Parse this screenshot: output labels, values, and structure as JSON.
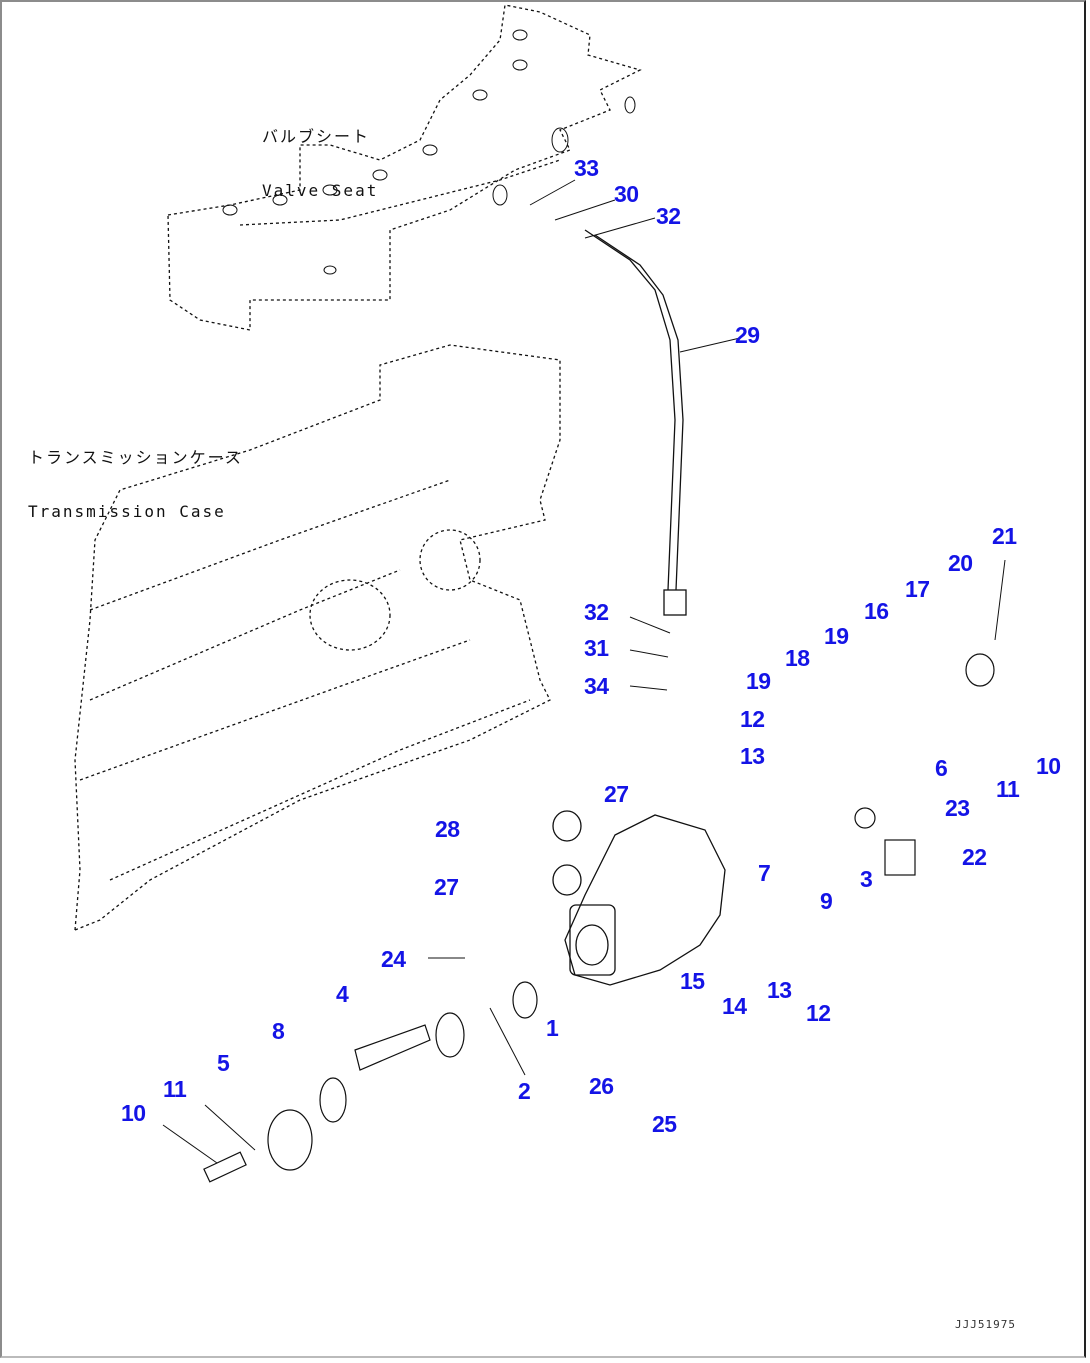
{
  "diagram": {
    "callout_color": "#1414e6",
    "captions": {
      "valve_seat": {
        "jp": "バルブシート",
        "en": "Valve Seat"
      },
      "transmission_case": {
        "jp": "トランスミッションケース",
        "en": "Transmission Case"
      }
    },
    "callouts": [
      {
        "id": "c33a",
        "label": "33"
      },
      {
        "id": "c30",
        "label": "30"
      },
      {
        "id": "c32a",
        "label": "32"
      },
      {
        "id": "c29",
        "label": "29"
      },
      {
        "id": "c21",
        "label": "21"
      },
      {
        "id": "c20",
        "label": "20"
      },
      {
        "id": "c17",
        "label": "17"
      },
      {
        "id": "c16",
        "label": "16"
      },
      {
        "id": "c19a",
        "label": "19"
      },
      {
        "id": "c18",
        "label": "18"
      },
      {
        "id": "c19b",
        "label": "19"
      },
      {
        "id": "c32b",
        "label": "32"
      },
      {
        "id": "c31",
        "label": "31"
      },
      {
        "id": "c34",
        "label": "34"
      },
      {
        "id": "c12a",
        "label": "12"
      },
      {
        "id": "c13a",
        "label": "13"
      },
      {
        "id": "c10a",
        "label": "10"
      },
      {
        "id": "c11a",
        "label": "11"
      },
      {
        "id": "c6",
        "label": "6"
      },
      {
        "id": "c23",
        "label": "23"
      },
      {
        "id": "c22",
        "label": "22"
      },
      {
        "id": "c3",
        "label": "3"
      },
      {
        "id": "c7",
        "label": "7"
      },
      {
        "id": "c9",
        "label": "9"
      },
      {
        "id": "c27a",
        "label": "27"
      },
      {
        "id": "c28",
        "label": "28"
      },
      {
        "id": "c27b",
        "label": "27"
      },
      {
        "id": "c24",
        "label": "24"
      },
      {
        "id": "c15",
        "label": "15"
      },
      {
        "id": "c14",
        "label": "14"
      },
      {
        "id": "c13b",
        "label": "13"
      },
      {
        "id": "c12b",
        "label": "12"
      },
      {
        "id": "c1",
        "label": "1"
      },
      {
        "id": "c2",
        "label": "2"
      },
      {
        "id": "c26",
        "label": "26"
      },
      {
        "id": "c25",
        "label": "25"
      },
      {
        "id": "c4",
        "label": "4"
      },
      {
        "id": "c8",
        "label": "8"
      },
      {
        "id": "c5",
        "label": "5"
      },
      {
        "id": "c11b",
        "label": "11"
      },
      {
        "id": "c10b",
        "label": "10"
      }
    ],
    "reference_code": "JJJ51975"
  }
}
